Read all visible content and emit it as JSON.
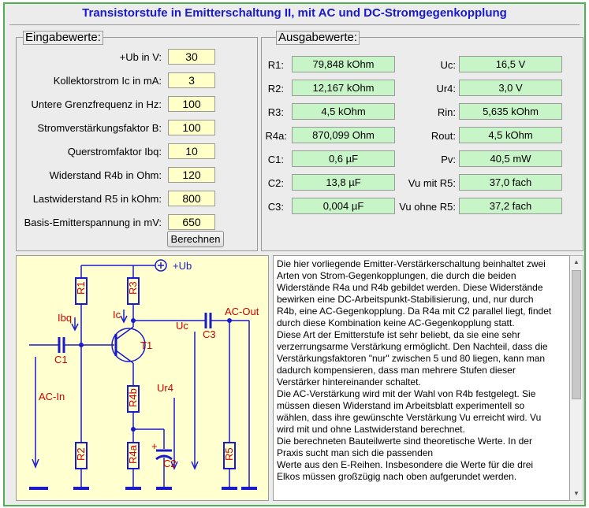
{
  "title": "Transistorstufe in Emitterschaltung II, mit AC und DC-Stromgegenkopplung",
  "input_panel": {
    "legend": "Eingabewerte:",
    "fields": [
      {
        "label": "+Ub in V:",
        "value": "30"
      },
      {
        "label": "Kollektorstrom Ic in mA:",
        "value": "3"
      },
      {
        "label": "Untere Grenzfrequenz in Hz:",
        "value": "100"
      },
      {
        "label": "Stromverstärkungsfaktor B:",
        "value": "100"
      },
      {
        "label": "Querstromfaktor Ibq:",
        "value": "10"
      },
      {
        "label": "Widerstand R4b in Ohm:",
        "value": "120"
      },
      {
        "label": "Lastwiderstand R5 in kOhm:",
        "value": "800"
      },
      {
        "label": "Basis-Emitterspannung in mV:",
        "value": "650"
      }
    ],
    "button": "Berechnen"
  },
  "output_panel": {
    "legend": "Ausgabewerte:",
    "left": [
      {
        "label": "R1:",
        "value": "79,848 kOhm"
      },
      {
        "label": "R2:",
        "value": "12,167 kOhm"
      },
      {
        "label": "R3:",
        "value": "4,5 kOhm"
      },
      {
        "label": "R4a:",
        "value": "870,099 Ohm"
      },
      {
        "label": "C1:",
        "value": "0,6 µF"
      },
      {
        "label": "C2:",
        "value": "13,8 µF"
      },
      {
        "label": "C3:",
        "value": "0,004 µF"
      }
    ],
    "right": [
      {
        "label": "Uc:",
        "value": "16,5 V"
      },
      {
        "label": "Ur4:",
        "value": "3,0 V"
      },
      {
        "label": "Rin:",
        "value": "5,635 kOhm"
      },
      {
        "label": "Rout:",
        "value": "4,5 kOhm"
      },
      {
        "label": "Pv:",
        "value": "40,5 mW"
      },
      {
        "label": "Vu mit R5:",
        "value": "37,0 fach"
      },
      {
        "label": "Vu ohne R5:",
        "value": "37,2 fach"
      }
    ]
  },
  "circuit": {
    "ub": "+Ub",
    "r1": "R1",
    "r2": "R2",
    "r3": "R3",
    "r4a": "R4a",
    "r4b": "R4b",
    "r5": "R5",
    "c1": "C1",
    "c2": "C2",
    "c3": "C3",
    "t1": "T1",
    "ibq": "Ibq",
    "ic": "Ic",
    "uc": "Uc",
    "ur4": "Ur4",
    "ac_in": "AC-In",
    "ac_out": "AC-Out",
    "plus": "+"
  },
  "description": "Die hier vorliegende Emitter-Verstärkerschaltung beinhaltet zwei Arten von Strom-Gegenkopplungen, die durch die beiden Widerstände R4a und R4b gebildet werden. Diese Widerstände bewirken eine DC-Arbeitspunkt-Stabilisierung, und, nur durch R4b, eine AC-Gegenkopplung. Da R4a mit C2 parallel liegt, findet durch diese Kombination keine AC-Gegenkopplung statt.\nDiese Art der Emitterstufe ist sehr beliebt, da sie eine sehr verzerrungsarme Verstärkung ermöglicht. Den Nachteil, dass die Verstärkungsfaktoren \"nur\" zwischen 5 und 80 liegen, kann man dadurch kompensieren, dass man mehrere Stufen dieser Verstärker hintereinander schaltet.\nDie AC-Verstärkung wird mit der Wahl von R4b festgelegt. Sie müssen diesen Widerstand im Arbeitsblatt experimentell so wählen, dass ihre gewünschte Verstärkung Vu erreicht wird. Vu wird mit und ohne Lastwiderstand berechnet.\nDie berechneten Bauteilwerte sind theoretische Werte. In der Praxis sucht man sich die passenden\nWerte aus den E-Reihen. Insbesondere die Werte für die drei Elkos müssen großzügig nach oben aufgerundet werden.",
  "colors": {
    "title": "#1a1acc",
    "input_bg": "#ffffc8",
    "output_bg": "#c8f5c8",
    "circuit_bg": "#ffffd0",
    "wire": "#1a1acc",
    "label": "#cc0000",
    "border": "#4fb04f"
  }
}
